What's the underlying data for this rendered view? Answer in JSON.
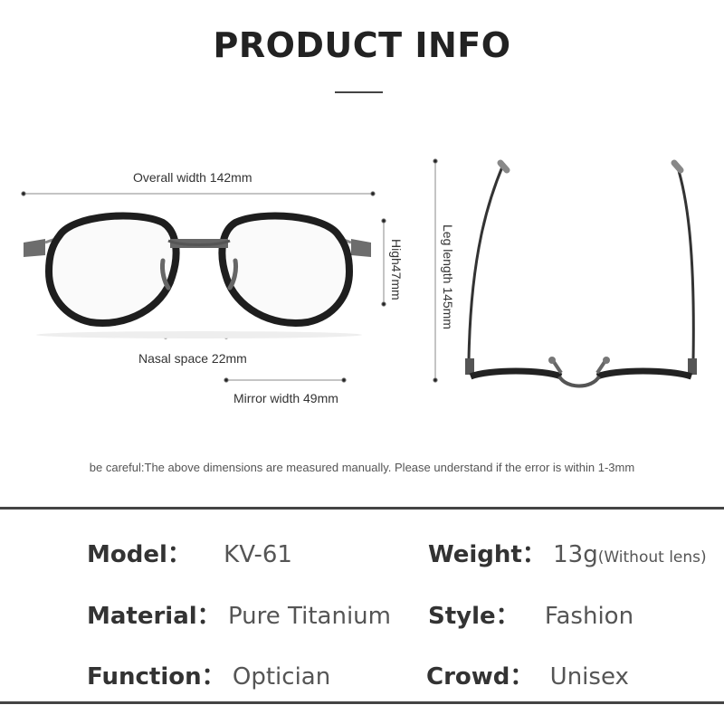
{
  "header": {
    "title": "PRODUCT INFO"
  },
  "dimensions": {
    "overall_width": "Overall width 142mm",
    "high": "High47mm",
    "nasal_space": "Nasal space 22mm",
    "mirror_width": "Mirror width 49mm",
    "leg_length": "Leg length 145mm"
  },
  "note": "be careful:The above dimensions are measured manually. Please understand if the error is within 1-3mm",
  "specs": {
    "model": {
      "key": "Model：",
      "value": "KV-61"
    },
    "weight": {
      "key": "Weight：",
      "value": "13g",
      "extra": "(Without lens)"
    },
    "material": {
      "key": "Material：",
      "value": "Pure Titanium"
    },
    "style": {
      "key": "Style：",
      "value": "Fashion"
    },
    "function": {
      "key": "Function：",
      "value": "Optician"
    },
    "crowd": {
      "key": "Crowd：",
      "value": "Unisex"
    }
  },
  "colors": {
    "frame": "#2b2b2b",
    "metal": "#7a7a7a",
    "rule": "#444444"
  }
}
